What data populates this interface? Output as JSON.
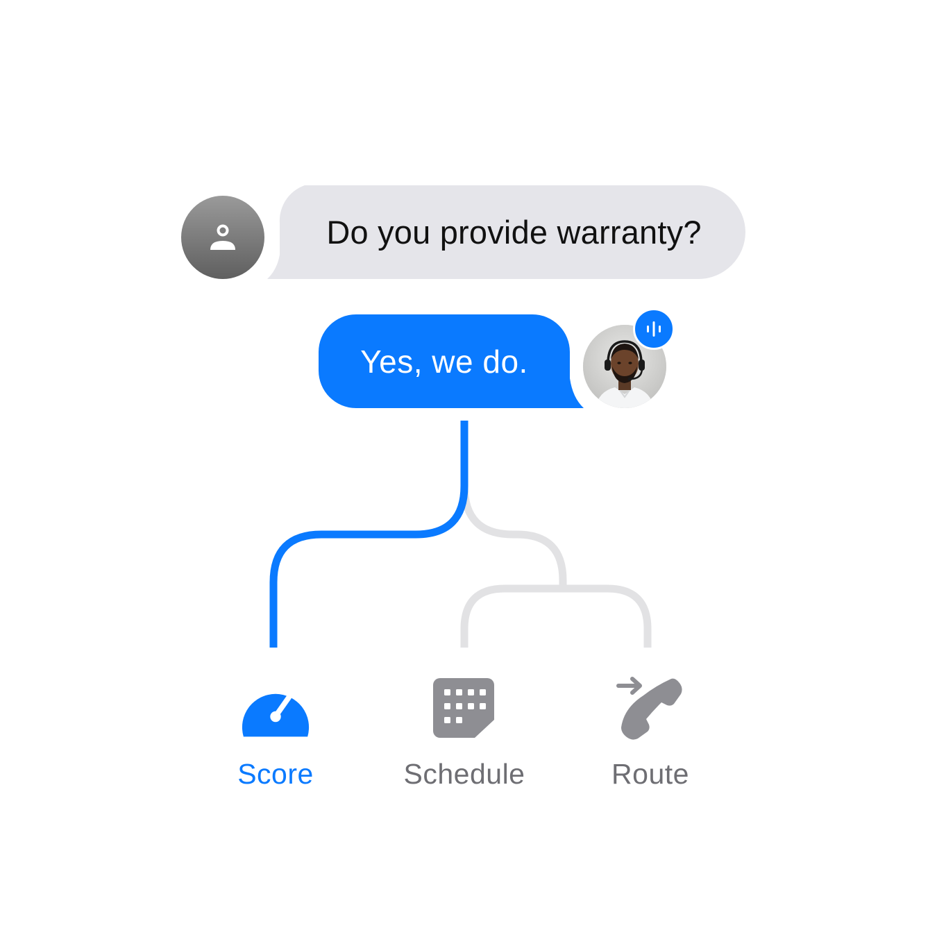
{
  "conversation": {
    "customer_message": "Do you provide warranty?",
    "agent_message": "Yes, we do."
  },
  "options": [
    {
      "label": "Score",
      "icon": "speedometer-icon",
      "state": "selected"
    },
    {
      "label": "Schedule",
      "icon": "calendar-grid-icon",
      "state": "inactive"
    },
    {
      "label": "Route",
      "icon": "phone-forward-icon",
      "state": "inactive"
    }
  ],
  "colors": {
    "accent": "#0A7AFF",
    "customer_bubble": "#E5E5EA",
    "inactive_icon": "#8E8E93",
    "inactive_label": "#6E6E73",
    "inactive_line": "#E2E2E4"
  }
}
